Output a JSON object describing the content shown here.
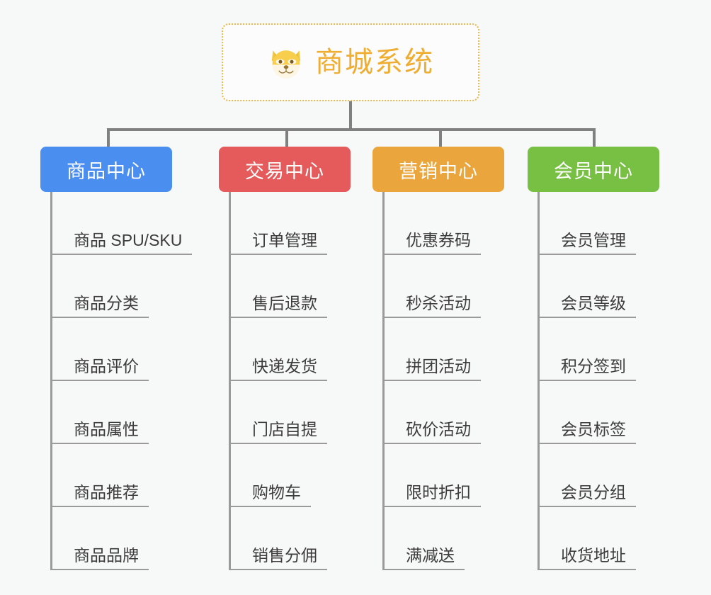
{
  "root": {
    "title": "商城系统",
    "icon": "shiba-dog-face-icon",
    "border_color": "#f0b849",
    "text_color": "#efad32",
    "background": "#fcfcfc"
  },
  "page": {
    "background": "#f7f8f8",
    "connector_color": "#808080",
    "spine_color": "#9a9a9a",
    "leaf_text_color": "#3c3c3c"
  },
  "columns": [
    {
      "header": "商品中心",
      "color": "#4a8ef0",
      "items": [
        "商品 SPU/SKU",
        "商品分类",
        "商品评价",
        "商品属性",
        "商品推荐",
        "商品品牌"
      ]
    },
    {
      "header": "交易中心",
      "color": "#e55a5a",
      "items": [
        "订单管理",
        "售后退款",
        "快递发货",
        "门店自提",
        "购物车",
        "销售分佣"
      ]
    },
    {
      "header": "营销中心",
      "color": "#eaa63c",
      "items": [
        "优惠券码",
        "秒杀活动",
        "拼团活动",
        "砍价活动",
        "限时折扣",
        "满减送"
      ]
    },
    {
      "header": "会员中心",
      "color": "#78c043",
      "items": [
        "会员管理",
        "会员等级",
        "积分签到",
        "会员标签",
        "会员分组",
        "收货地址"
      ]
    }
  ]
}
